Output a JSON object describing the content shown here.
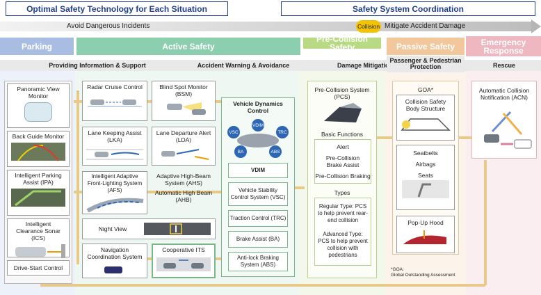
{
  "header": {
    "left": "Optimal Safety Technology for Each Situation",
    "right": "Safety System Coordination"
  },
  "arrow": {
    "left": "Avoid Dangerous Incidents",
    "badge": "Collision",
    "right": "Mitigate Accident Damage"
  },
  "phases": {
    "parking": "Parking",
    "active": "Active Safety",
    "pre_collision": "Pre-Collision Safety",
    "passive": "Passive Safety",
    "emergency": "Emergency Response"
  },
  "subheaders": {
    "info": "Providing Information & Support",
    "warning": "Accident Warning & Avoidance",
    "mitigation": "Damage Mitigation",
    "passenger": "Passenger & Pedestrian Protection",
    "rescue": "Rescue"
  },
  "parking_items": {
    "panoramic": "Panoramic View Monitor",
    "back_guide": "Back Guide Monitor",
    "ipa": "Intelligent Parking Assist (IPA)",
    "ics": "Intelligent Clearance Sonar (ICS)",
    "drive_start": "Drive-Start Control"
  },
  "active_items": {
    "radar_cruise": "Radar Cruise Control",
    "bsm": "Blind Spot Monitor (BSM)",
    "lka": "Lane Keeping Assist (LKA)",
    "lda": "Lane Departure Alert (LDA)",
    "afs": "Intelligent Adaptive Front-Lighting System (AFS)",
    "ahs": "Adaptive High-Beam System (AHS)",
    "ahb": "Automatic High Beam (AHB)",
    "night_view": "Night View",
    "nav_coord": "Navigation Coordination System",
    "cooperative_its": "Cooperative ITS"
  },
  "vdc": {
    "title": "Vehicle Dynamics Control",
    "tags": [
      "VSC",
      "VDIM",
      "TRC",
      "BA",
      "ABS"
    ],
    "items": [
      "VDIM",
      "Vehicle Stability Control System (VSC)",
      "Traction Control (TRC)",
      "Brake Assist (BA)",
      "Anti-lock Braking System (ABS)"
    ]
  },
  "pcs": {
    "title": "Pre-Collision System (PCS)",
    "basic_title": "Basic Functions",
    "basic": [
      "Alert",
      "Pre-Collision Brake Assist",
      "Pre-Collision Braking"
    ],
    "types_title": "Types",
    "regular": "Regular Type: PCS to help prevent rear-end collision",
    "advanced": "Advanced Type: PCS to help prevent collision with pedestrians"
  },
  "passive": {
    "goa": "GOA*",
    "body": "Collision Safety Body Structure",
    "restraints": [
      "Seatbelts",
      "Airbags",
      "Seats"
    ],
    "hood": "Pop-Up Hood",
    "footnote_1": "*GOA:",
    "footnote_2": "Global Outstanding Assessment"
  },
  "emergency": {
    "acn": "Automatic Collision Notification (ACN)"
  },
  "colors": {
    "navy": "#1f3f8c",
    "parking": "#a9bde3",
    "active": "#8ccfae",
    "pre_collision": "#b9da84",
    "passive": "#f2c79c",
    "emergency": "#efb7c0",
    "connector": "#e7c98a"
  }
}
